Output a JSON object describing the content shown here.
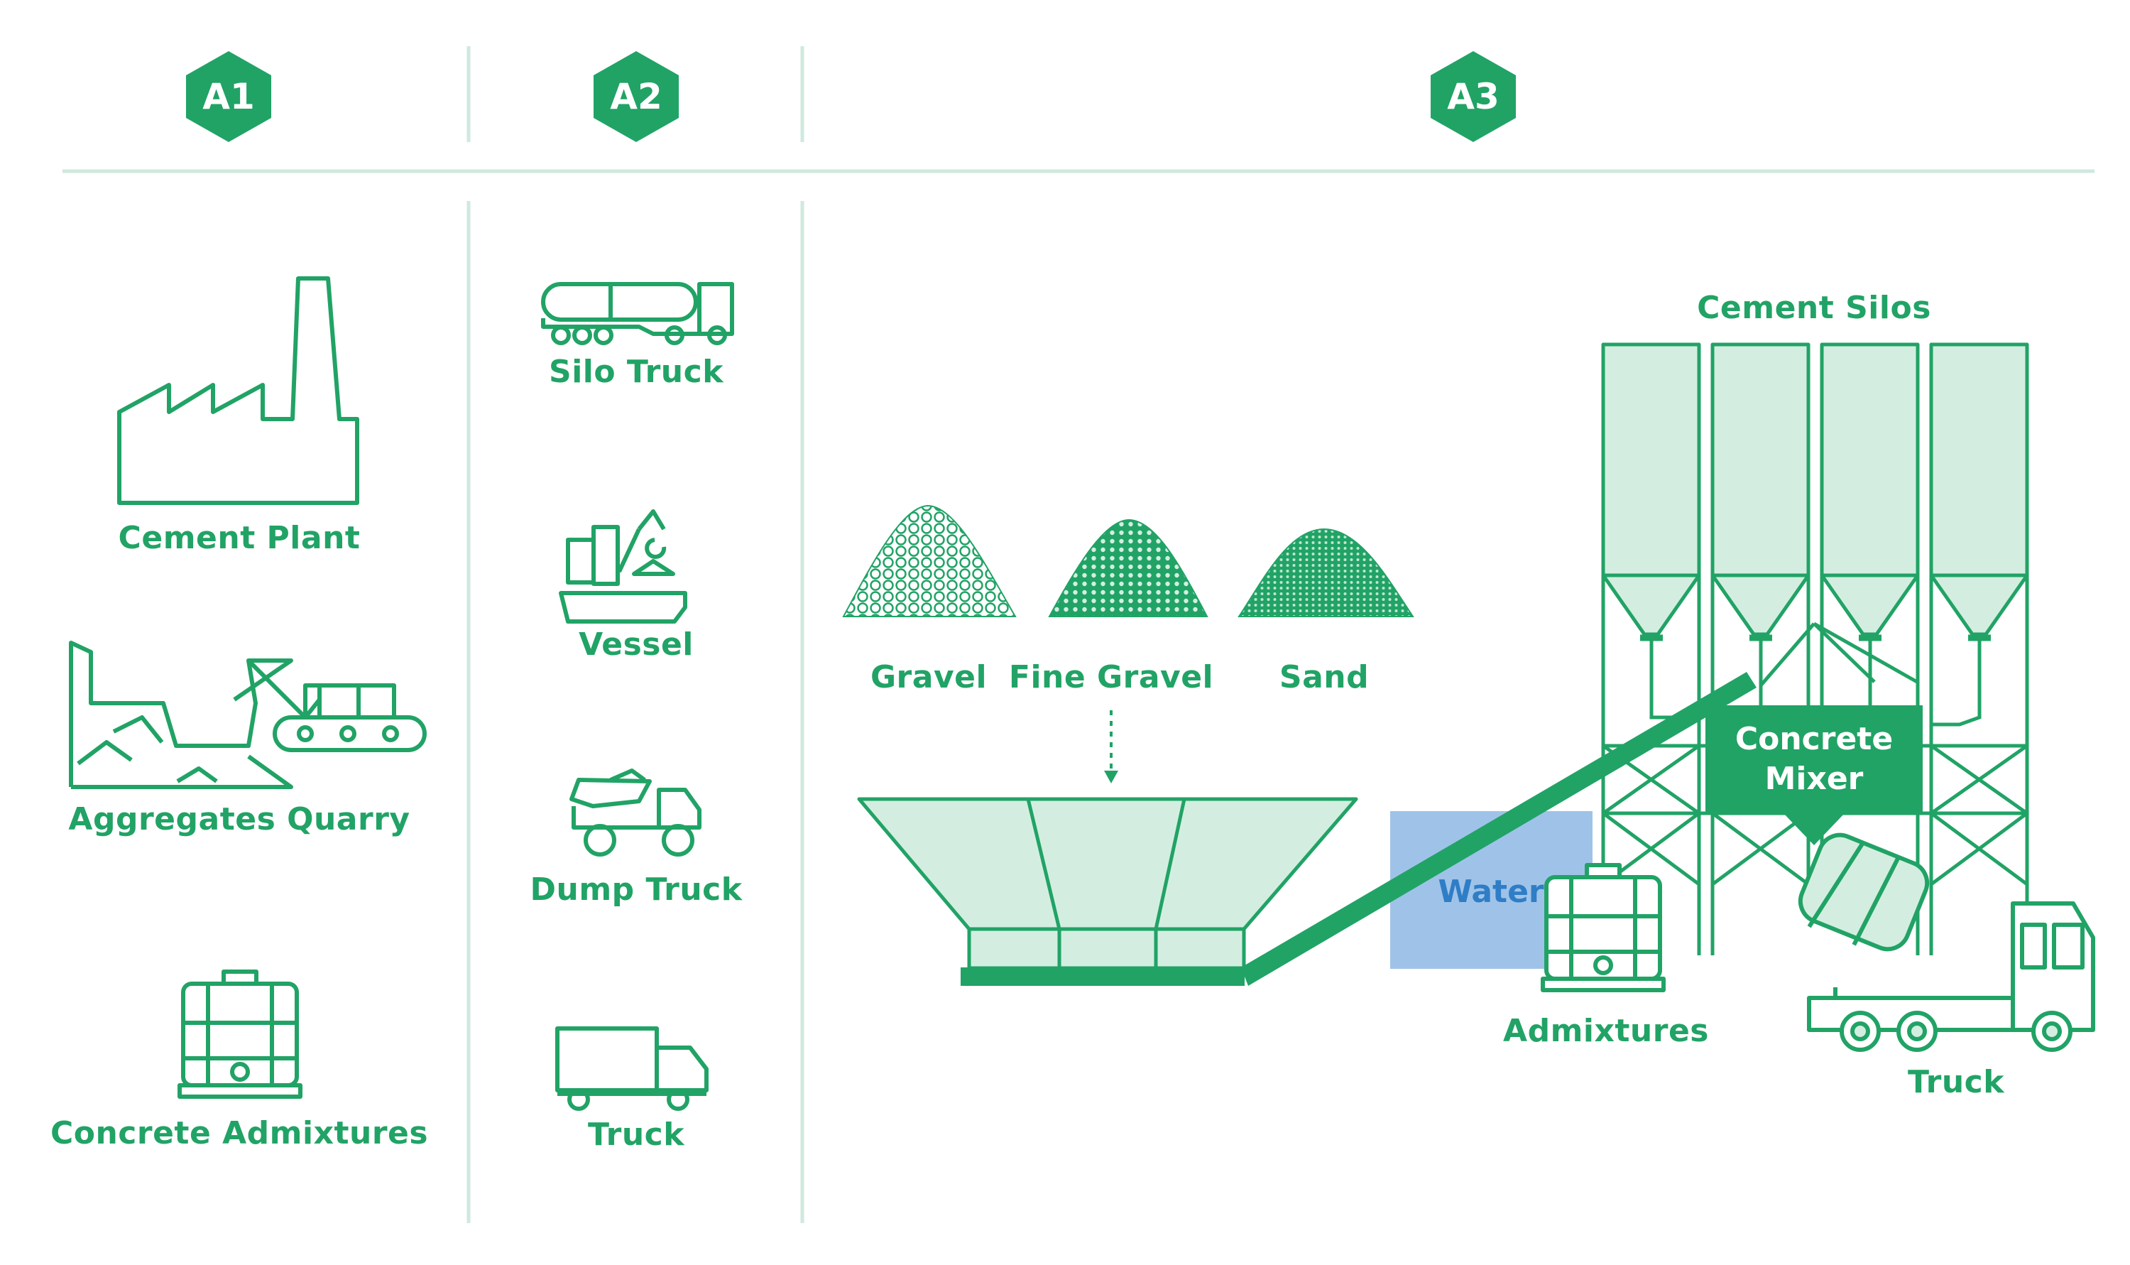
{
  "columns": [
    {
      "id": "A1"
    },
    {
      "id": "A2"
    },
    {
      "id": "A3"
    }
  ],
  "a1": {
    "cement_plant": "Cement Plant",
    "aggregates_quarry": "Aggregates Quarry",
    "concrete_admixtures": "Concrete Admixtures"
  },
  "a2": {
    "silo_truck": "Silo Truck",
    "vessel": "Vessel",
    "dump_truck": "Dump Truck",
    "truck": "Truck"
  },
  "a3": {
    "gravel": "Gravel",
    "fine_gravel": "Fine Gravel",
    "sand": "Sand",
    "cement_silos": "Cement Silos",
    "concrete_mixer_line1": "Concrete",
    "concrete_mixer_line2": "Mixer",
    "water": "Water",
    "admixtures": "Admixtures",
    "truck": "Truck"
  },
  "colors": {
    "green": "#21a366",
    "light_green": "#d3eee0",
    "divider": "#cfe9de",
    "water": "#9fc3e8",
    "water_text": "#2f7dc6"
  }
}
